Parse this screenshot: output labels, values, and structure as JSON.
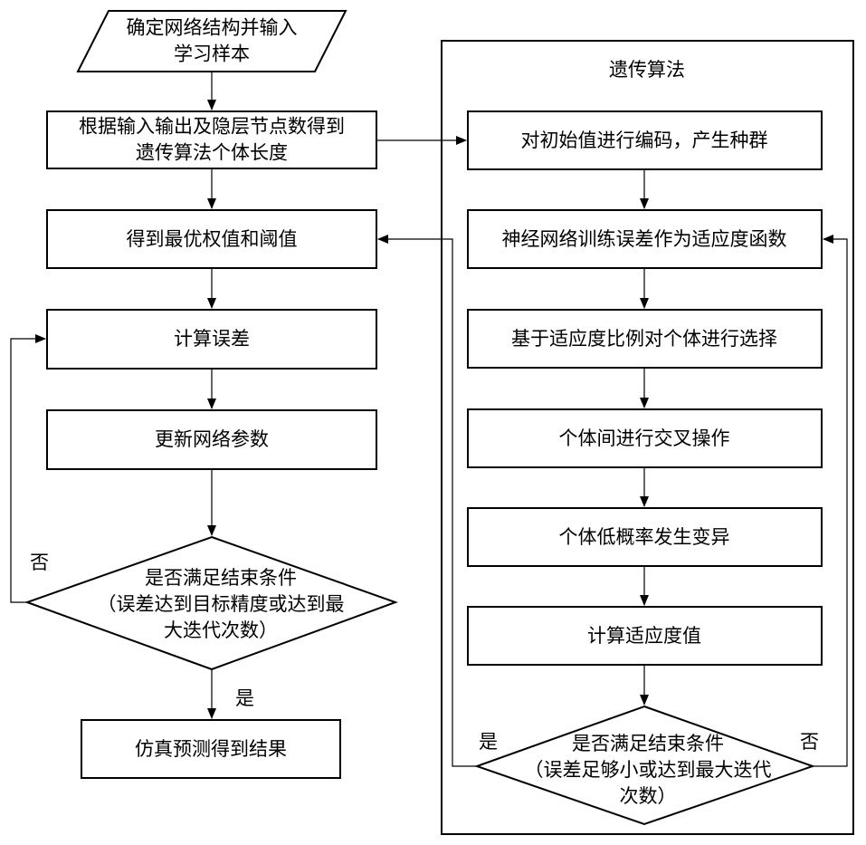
{
  "left_flow": {
    "input": {
      "lines": [
        "确定网络结构并输入",
        "学习样本"
      ]
    },
    "ga_length": {
      "lines": [
        "根据输入输出及隐层节点数得到",
        "遗传算法个体长度"
      ]
    },
    "optimal_weights": {
      "lines": [
        "得到最优权值和阈值"
      ]
    },
    "compute_error": {
      "lines": [
        "计算误差"
      ]
    },
    "update_params": {
      "lines": [
        "更新网络参数"
      ]
    },
    "end_condition": {
      "lines": [
        "是否满足结束条件",
        "（误差达到目标精度或达到最",
        "大迭代次数）"
      ]
    },
    "no_label": "否",
    "yes_label": "是",
    "simulate": {
      "lines": [
        "仿真预测得到结果"
      ]
    }
  },
  "ga_panel": {
    "title": "遗传算法",
    "encode": {
      "lines": [
        "对初始值进行编码，产生种群"
      ]
    },
    "fitness_function": {
      "lines": [
        "神经网络训练误差作为适应度函数"
      ]
    },
    "selection": {
      "lines": [
        "基于适应度比例对个体进行选择"
      ]
    },
    "crossover": {
      "lines": [
        "个体间进行交叉操作"
      ]
    },
    "mutation": {
      "lines": [
        "个体低概率发生变异"
      ]
    },
    "fitness_value": {
      "lines": [
        "计算适应度值"
      ]
    },
    "end_condition": {
      "lines": [
        "是否满足结束条件",
        "（误差足够小或达到最大迭代",
        "次数）"
      ]
    },
    "yes_label": "是",
    "no_label": "否"
  }
}
